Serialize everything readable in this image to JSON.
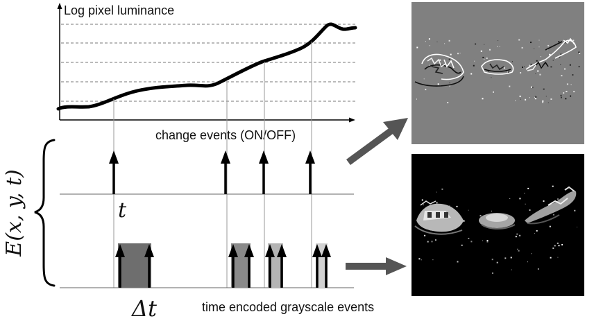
{
  "plot": {
    "y_axis_label": "Log pixel luminance",
    "x_axis_label": "change events (ON/OFF)"
  },
  "labels": {
    "event_stream": "E(x, y, t)",
    "time_symbol": "t",
    "delta_symbol": "Δt",
    "grayscale_caption": "time encoded grayscale events"
  },
  "events": {
    "change_event_count": 4,
    "grayscale_pulses": [
      {
        "shade": "#6e6e6e"
      },
      {
        "shade": "#8a8a8a"
      },
      {
        "shade": "#b4b4b4"
      },
      {
        "shade": "#d2d2d2"
      }
    ]
  },
  "images": {
    "top": {
      "name": "on-off-event-frame",
      "background": "#808080"
    },
    "bottom": {
      "name": "grayscale-event-frame",
      "background": "#000000"
    }
  },
  "colors": {
    "arrow_big": "#555555",
    "grid_dashed": "#777777",
    "guide_lines": "#999999"
  }
}
